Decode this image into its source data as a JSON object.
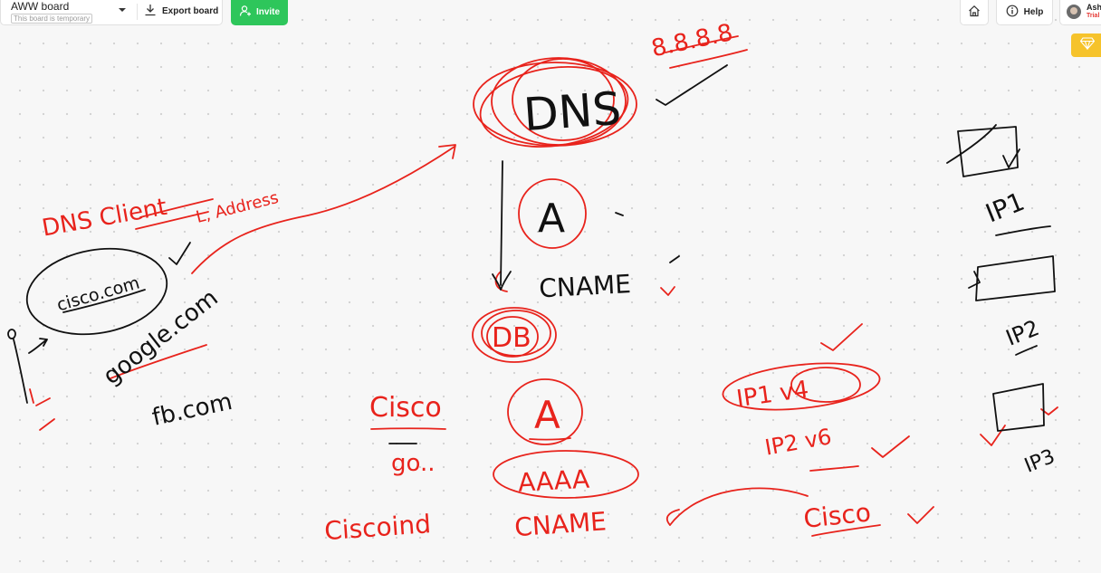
{
  "header": {
    "board_name": "AWW board",
    "temporary_note": "This board is temporary",
    "export_label": "Export board",
    "invite_label": "Invite",
    "help_label": "Help",
    "user_name": "Ash",
    "user_plan": "Trial"
  },
  "icons": {
    "dropdown": "chevron-down-icon",
    "export": "download-icon",
    "invite": "add-user-icon",
    "home": "home-icon",
    "help": "info-icon",
    "upgrade": "diamond-icon"
  },
  "colors": {
    "invite_green": "#2ec65b",
    "ink_red": "#e8231c",
    "ink_black": "#111111",
    "upgrade_yellow": "#f6c32b",
    "trial_red": "#e53935"
  },
  "canvas": {
    "handwriting": {
      "dns": "DNS",
      "dns_ip": "8.8.8.8",
      "dns_client": "DNS Client",
      "address": "L, Address",
      "cisco_com": "cisco.com",
      "google_com": "google.com",
      "fb_com": "fb.com",
      "record_a_top": "A",
      "cname_top": "CNAME",
      "db": "DB",
      "record_a_mid": "A",
      "aaaa": "AAAA",
      "cname_bottom": "CNAME",
      "cisco_left": "Cisco",
      "go": "go..",
      "ciscoind": "Ciscoind",
      "ip1_v4": "IP1 v4",
      "ip2_v6": "IP2 v6",
      "cisco_right": "Cisco",
      "ip1_side": "IP1",
      "ip2_side": "IP2",
      "ip3_side": "IP3"
    }
  }
}
